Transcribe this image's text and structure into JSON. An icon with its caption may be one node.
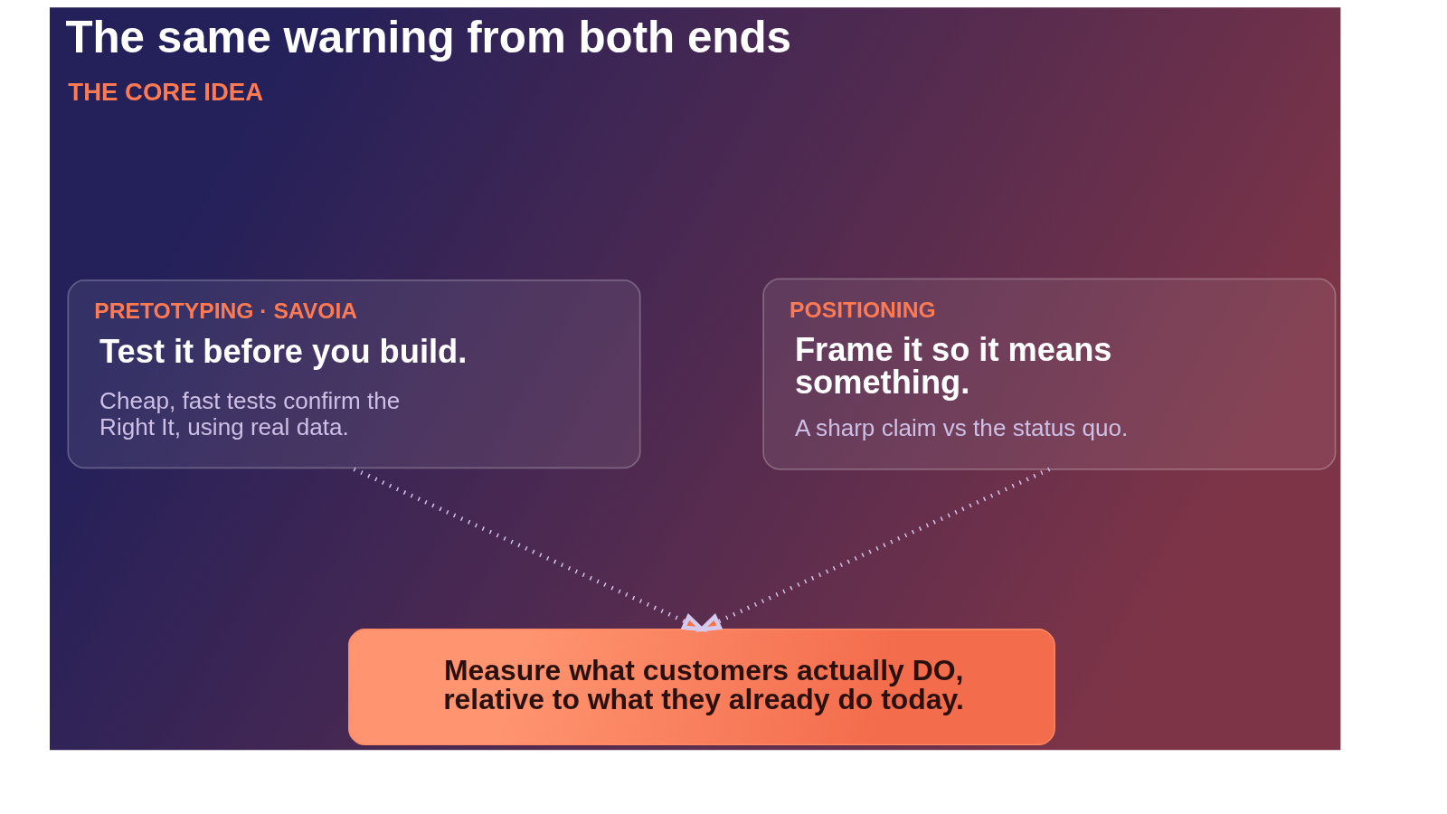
{
  "diagram": {
    "title": "The same warning from both ends",
    "nodes": [
      {
        "text": [
          "PRETOTYPING · SAVOIA",
          "Test it before you build.",
          "Cheap, fast tests confirm the Right It, using real data."
        ]
      },
      {
        "text": [
          "POSITIONING",
          "Frame it so it means something.",
          "A sharp claim vs the status quo."
        ]
      },
      {
        "text": [
          "Measure what customers actually DO, relative to what they already do today."
        ]
      }
    ],
    "edges": [
      {
        "from": 0,
        "to": 2,
        "arrow": "to",
        "style": "dashed"
      },
      {
        "from": 1,
        "to": 2,
        "arrow": "to",
        "style": "dashed"
      }
    ],
    "labels": [
      "THE CORE IDEA"
    ]
  }
}
